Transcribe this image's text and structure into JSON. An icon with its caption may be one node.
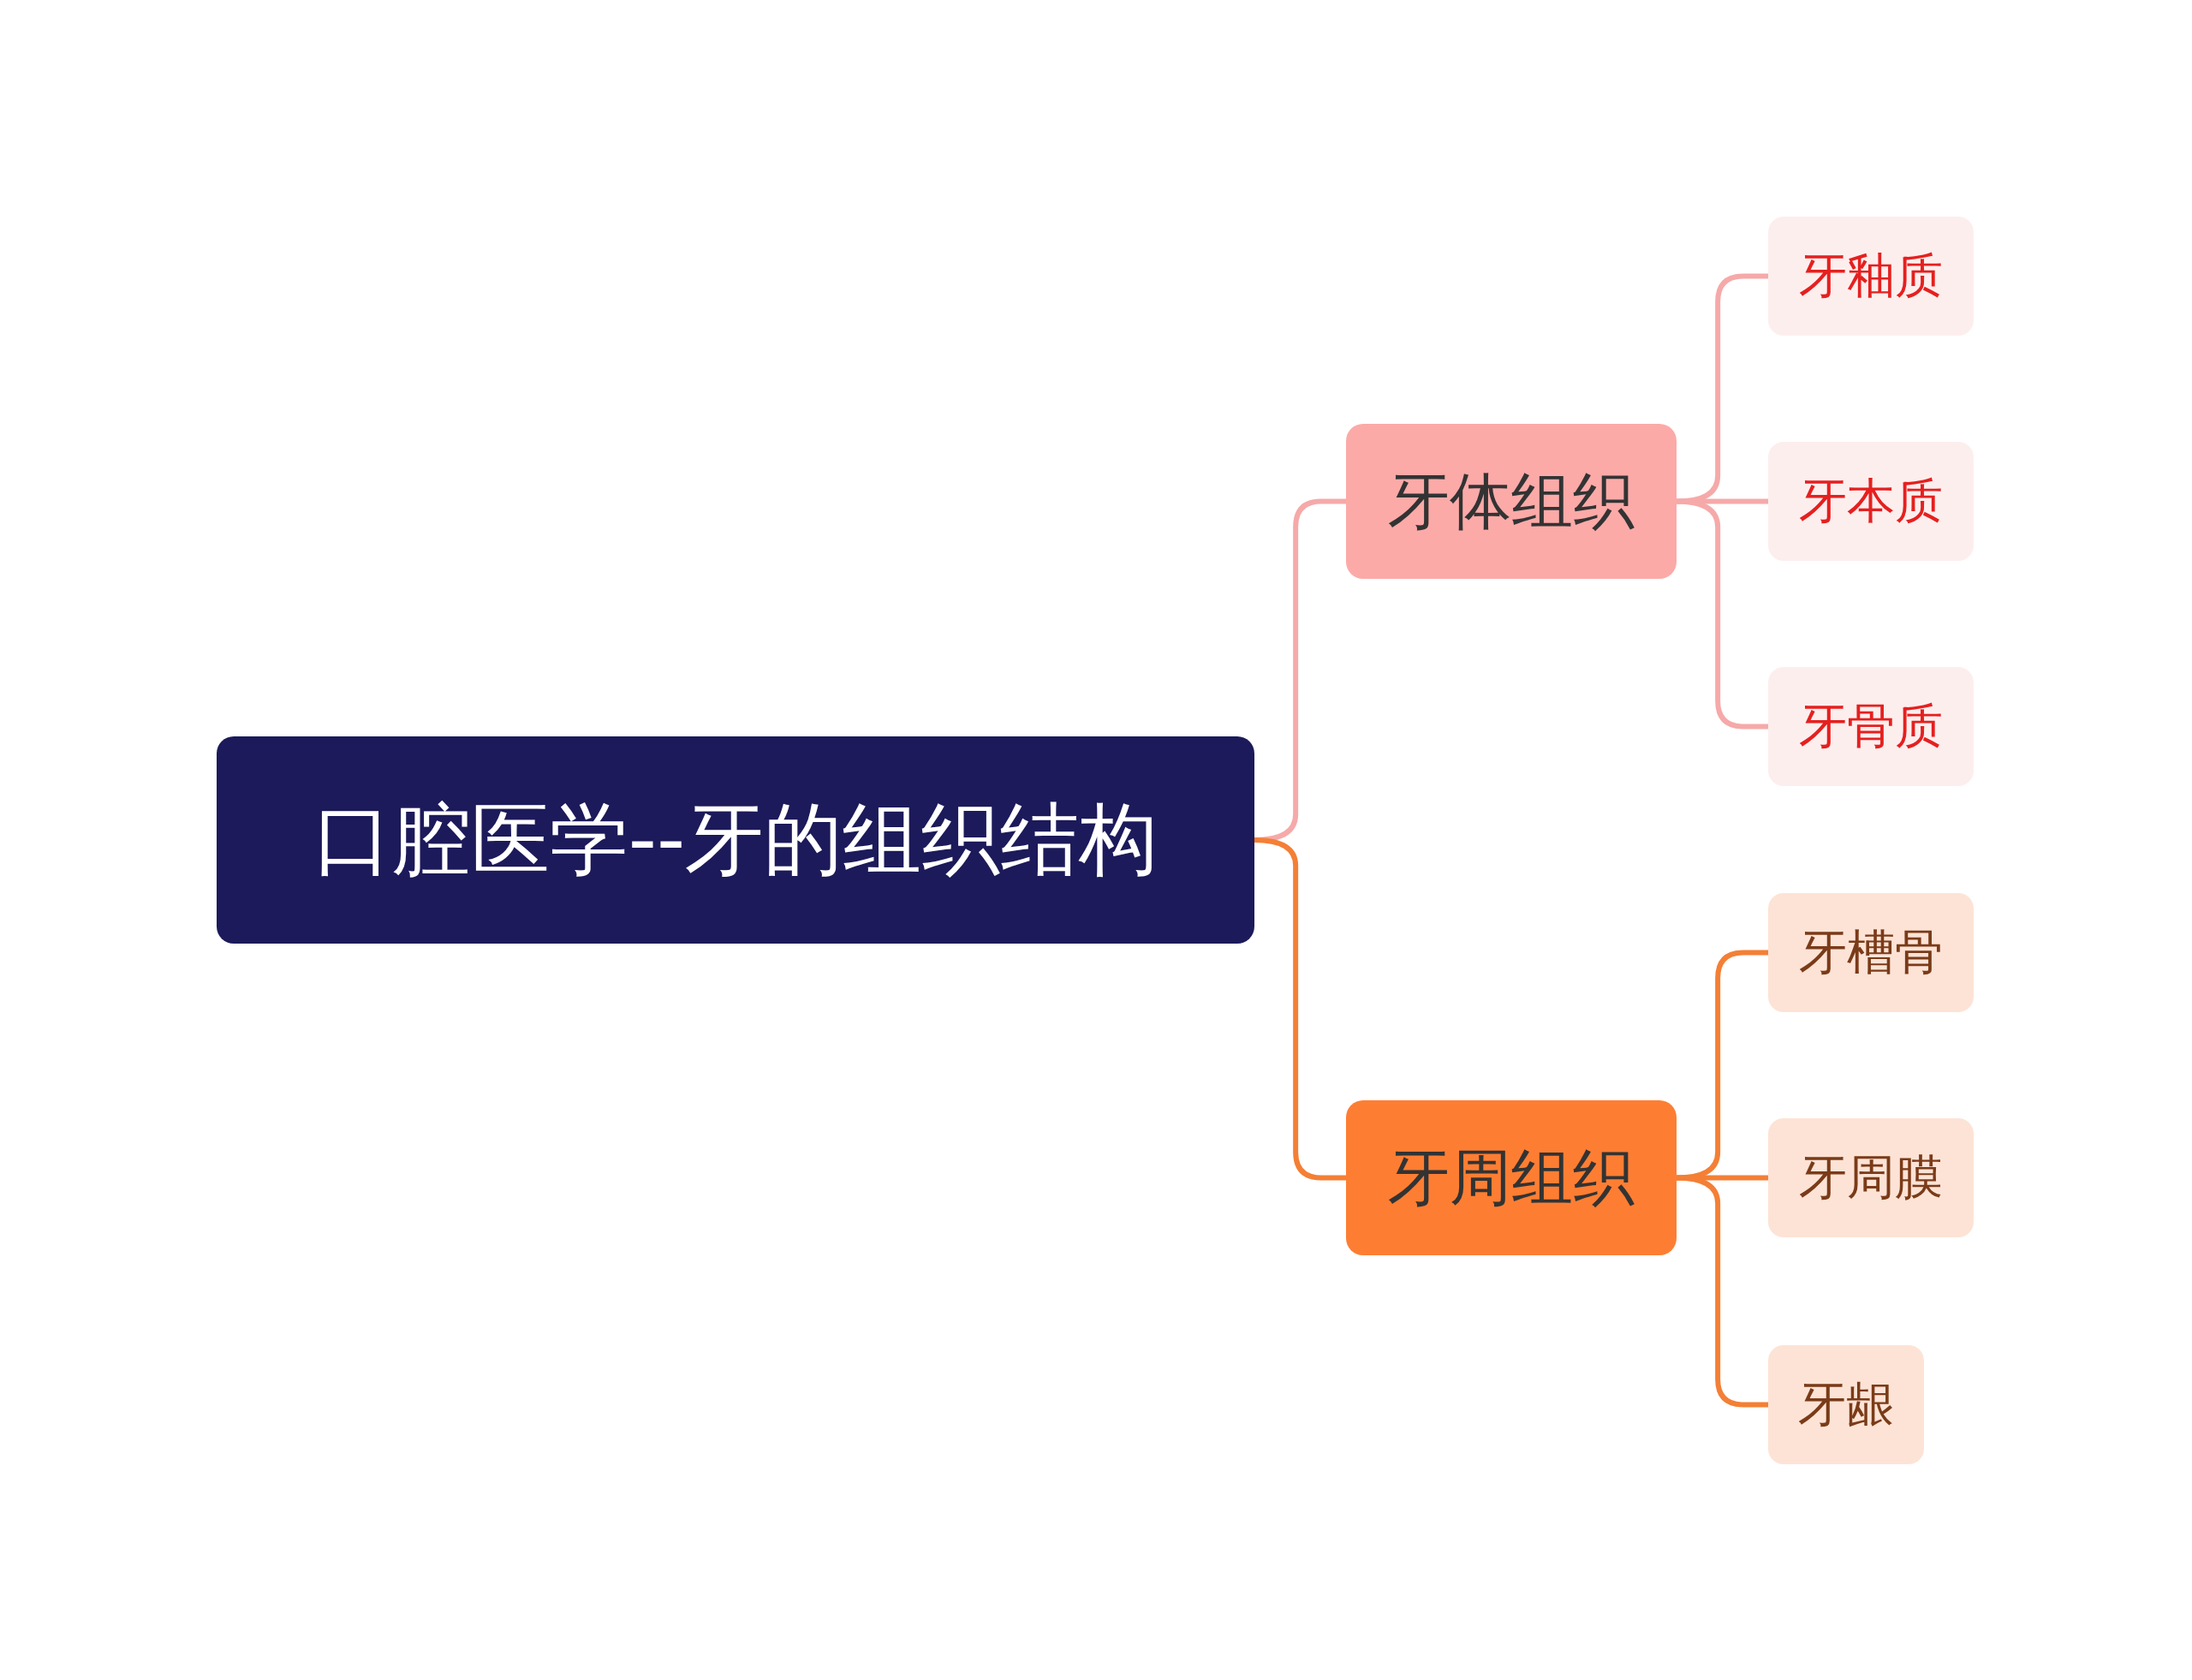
{
  "diagram": {
    "nodes": [
      {
        "text": [
          "口腔医学--牙的组织结构"
        ]
      },
      {
        "text": [
          "牙体组织"
        ]
      },
      {
        "text": [
          "牙釉质"
        ]
      },
      {
        "text": [
          "牙本质"
        ]
      },
      {
        "text": [
          "牙骨质"
        ]
      },
      {
        "text": [
          "牙周组织"
        ]
      },
      {
        "text": [
          "牙槽骨"
        ]
      },
      {
        "text": [
          "牙周膜"
        ]
      },
      {
        "text": [
          "牙龈"
        ]
      }
    ],
    "edges": [
      {
        "from": 0,
        "to": 1,
        "arrow": "none",
        "color": "#f6a9a9"
      },
      {
        "from": 1,
        "to": 2,
        "arrow": "none",
        "color": "#f6a9a9"
      },
      {
        "from": 1,
        "to": 3,
        "arrow": "none",
        "color": "#f6a9a9"
      },
      {
        "from": 1,
        "to": 4,
        "arrow": "none",
        "color": "#f6a9a9"
      },
      {
        "from": 0,
        "to": 5,
        "arrow": "none",
        "color": "#f47f35"
      },
      {
        "from": 5,
        "to": 6,
        "arrow": "none",
        "color": "#f47f35"
      },
      {
        "from": 5,
        "to": 7,
        "arrow": "none",
        "color": "#f47f35"
      },
      {
        "from": 5,
        "to": 8,
        "arrow": "none",
        "color": "#f47f35"
      }
    ]
  }
}
